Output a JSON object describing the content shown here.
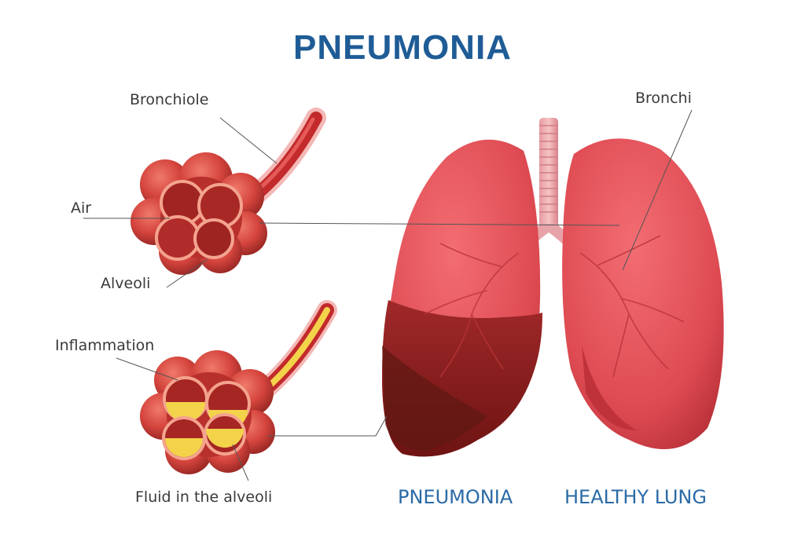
{
  "title": "PNEUMONIA",
  "labels": {
    "bronchiole": "Bronchiole",
    "air": "Air",
    "alveoli": "Alveoli",
    "inflammation": "Inflammation",
    "fluid": "Fluid in the alveoli",
    "bronchi": "Bronchi"
  },
  "captions": {
    "left": "PNEUMONIA",
    "right": "HEALTHY LUNG"
  },
  "colors": {
    "title": "#1f5c96",
    "caption": "#2a6aa6",
    "lung": "#e24f58",
    "lung_dark": "#8a1e1c",
    "alveoli": "#d94d45",
    "fluid": "#f3d34a"
  }
}
